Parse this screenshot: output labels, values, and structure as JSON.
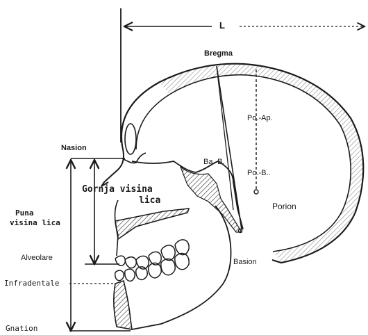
{
  "labels": {
    "width": "L",
    "bregma": "Bregma",
    "nasion": "Nasion",
    "po_ap": "Po.-Ap.",
    "ba_b": "Ba.-B.",
    "po_b": "Po.-B..",
    "porion": "Porion",
    "basion": "Basion",
    "upper_face_1": "Gornja visina",
    "upper_face_2": "lica",
    "full_face_1": "Puna",
    "full_face_2": "visina lica",
    "alveolare": "Alveolare",
    "infradentale": "Infradentale",
    "gnation": "Gnation"
  },
  "colors": {
    "ink": "#1a1a1a",
    "background": "#ffffff",
    "hatch": "#2a2a2a"
  }
}
